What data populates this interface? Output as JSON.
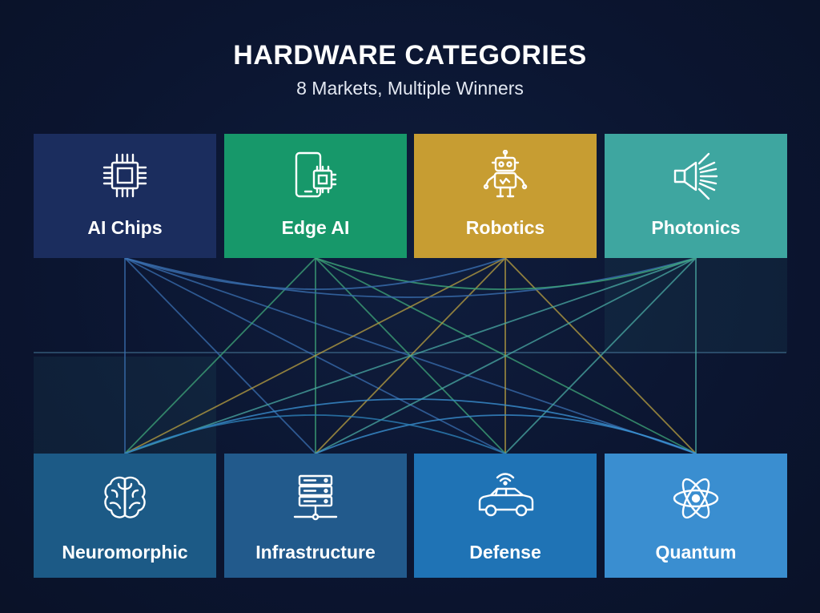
{
  "header": {
    "title": "HARDWARE CATEGORIES",
    "subtitle": "8 Markets, Multiple Winners"
  },
  "categories": [
    {
      "label": "AI Chips",
      "icon": "chip-icon",
      "color": "#1b2d5e"
    },
    {
      "label": "Edge AI",
      "icon": "phone-chip-icon",
      "color": "#17986a"
    },
    {
      "label": "Robotics",
      "icon": "robot-icon",
      "color": "#c79d32"
    },
    {
      "label": "Photonics",
      "icon": "light-emitter-icon",
      "color": "#3ea6a0"
    },
    {
      "label": "Neuromorphic",
      "icon": "brain-icon",
      "color": "#1c5a86"
    },
    {
      "label": "Infrastructure",
      "icon": "server-icon",
      "color": "#225a8c"
    },
    {
      "label": "Defense",
      "icon": "car-signal-icon",
      "color": "#1f73b5"
    },
    {
      "label": "Quantum",
      "icon": "atom-icon",
      "color": "#3a8ed0"
    }
  ],
  "link_colors": {
    "ai_chips": "#3a6fb0",
    "edge_ai": "#3fa77a",
    "robotics": "#b9a040",
    "photonics": "#4aa9a3"
  }
}
